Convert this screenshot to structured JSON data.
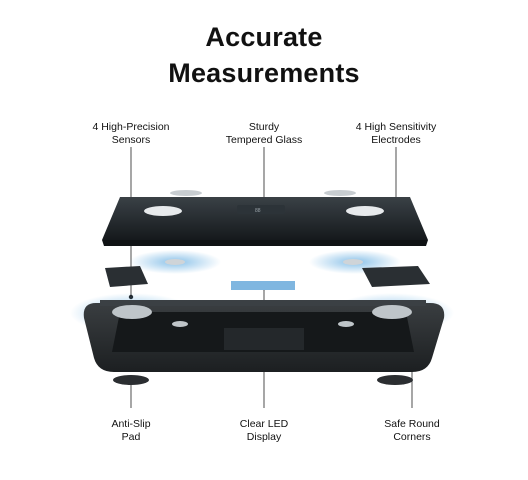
{
  "title": {
    "line1": "Accurate",
    "line2": "Measurements"
  },
  "features": {
    "sensors": {
      "line1": "4 High-Precision",
      "line2": "Sensors"
    },
    "glass": {
      "line1": "Sturdy",
      "line2": "Tempered Glass"
    },
    "electrodes": {
      "line1": "4 High Sensitivity",
      "line2": "Electrodes"
    },
    "pad": {
      "line1": "Anti-Slip",
      "line2": "Pad"
    },
    "display": {
      "line1": "Clear LED",
      "line2": "Display"
    },
    "corners": {
      "line1": "Safe Round",
      "line2": "Corners"
    }
  },
  "colors": {
    "glass": "#1f2428",
    "frame": "#2a2e31",
    "sensor_wave": "#2b8fd6",
    "accent": "#7fb6e0"
  }
}
